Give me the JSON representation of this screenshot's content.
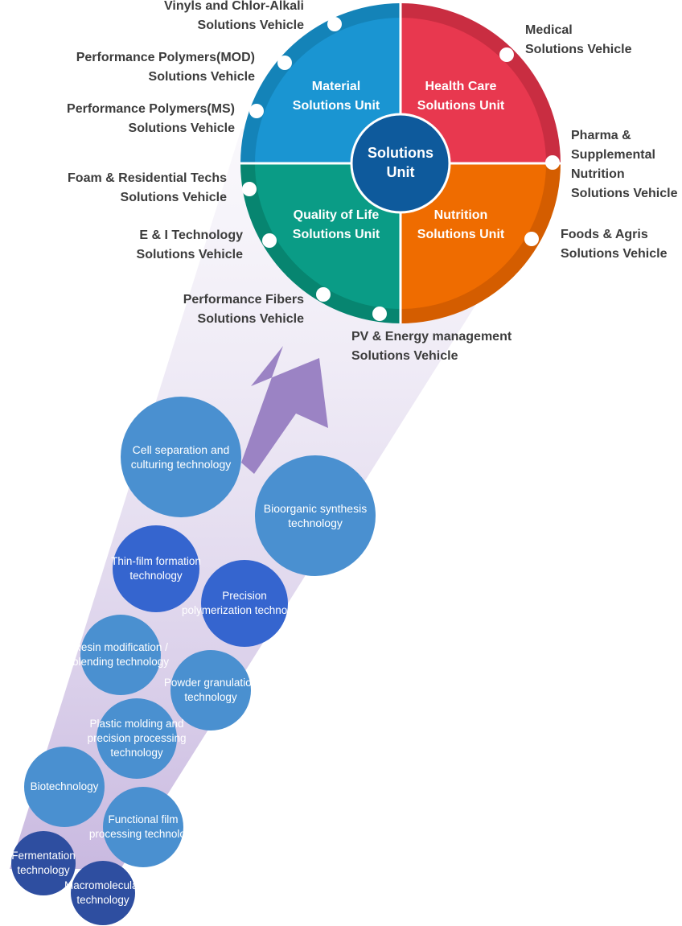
{
  "hub": {
    "center": [
      "Solutions",
      "Unit"
    ],
    "quadrants": {
      "material": [
        "Material",
        "Solutions Unit"
      ],
      "health": [
        "Health Care",
        "Solutions Unit"
      ],
      "quality": [
        "Quality of Life",
        "Solutions Unit"
      ],
      "nutrition": [
        "Nutrition",
        "Solutions Unit"
      ]
    },
    "colors": {
      "material": "#1a95d2",
      "material_rim": "#1483b8",
      "health": "#e8384f",
      "health_rim": "#c92d41",
      "quality": "#0a9c86",
      "quality_rim": "#078570",
      "nutrition": "#ef6c00",
      "nutrition_rim": "#d45d00",
      "center": "#0e5a9c"
    }
  },
  "vehicles": {
    "vinyls": [
      "Vinyls and Chlor-Alkali",
      "Solutions Vehicle"
    ],
    "mod": [
      "Performance Polymers(MOD)",
      "Solutions Vehicle"
    ],
    "ms": [
      "Performance Polymers(MS)",
      "Solutions Vehicle"
    ],
    "foam": [
      "Foam & Residential Techs",
      "Solutions Vehicle"
    ],
    "ei": [
      "E & I Technology",
      "Solutions Vehicle"
    ],
    "fibers": [
      "Performance Fibers",
      "Solutions Vehicle"
    ],
    "pv": [
      "PV & Energy management",
      "Solutions Vehicle"
    ],
    "medical": [
      "Medical",
      "Solutions Vehicle"
    ],
    "pharma": [
      "Pharma &",
      "Supplemental",
      "Nutrition",
      "Solutions Vehicle"
    ],
    "foods": [
      "Foods & Agris",
      "Solutions Vehicle"
    ]
  },
  "technologies": {
    "cell": [
      "Cell separation and",
      "culturing technology"
    ],
    "bioorganic": [
      "Bioorganic synthesis",
      "technology"
    ],
    "thinfilm": [
      "Thin-film formation",
      "technology"
    ],
    "precision": [
      "Precision",
      "polymerization technology"
    ],
    "resin": [
      "Resin modification /",
      "blending technology"
    ],
    "powder": [
      "Powder granulation",
      "technology"
    ],
    "plastic": [
      "Plastic molding and",
      "precision processing",
      "technology"
    ],
    "bio": [
      "Biotechnology"
    ],
    "functional": [
      "Functional film",
      "processing technology"
    ],
    "fermentation": [
      "Fermentation",
      "technology"
    ],
    "macro": [
      "Macromolecular",
      "technology"
    ]
  },
  "tech_colors": {
    "light": "#4a90d0",
    "mid": "#3565cf",
    "dark": "#2e4ea0",
    "arrow": "#9b83c4",
    "funnel_top": "#ece8f4",
    "funnel_bottom": "#c9b9e0"
  }
}
